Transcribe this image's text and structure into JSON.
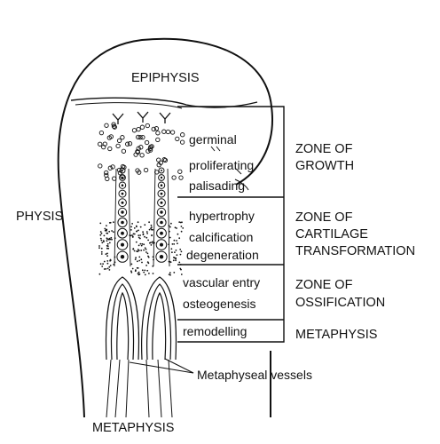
{
  "labels": {
    "epiphysis": "EPIPHYSIS",
    "physis": "PHYSIS",
    "metaphysis_bottom": "METAPHYSIS",
    "metaphyseal_vessels": "Metaphyseal vessels"
  },
  "stages": [
    "germinal",
    "proliferating",
    "palisading",
    "hypertrophy",
    "calcification",
    "degeneration",
    "vascular entry",
    "osteogenesis",
    "remodelling"
  ],
  "zones": {
    "growth": [
      "ZONE OF",
      "GROWTH"
    ],
    "cartilage": [
      "ZONE OF",
      "CARTILAGE",
      "TRANSFORMATION"
    ],
    "ossification": [
      "ZONE OF",
      "OSSIFICATION"
    ],
    "metaphysis": [
      "METAPHYSIS"
    ]
  },
  "colors": {
    "ink": "#111111",
    "background": "#ffffff"
  }
}
